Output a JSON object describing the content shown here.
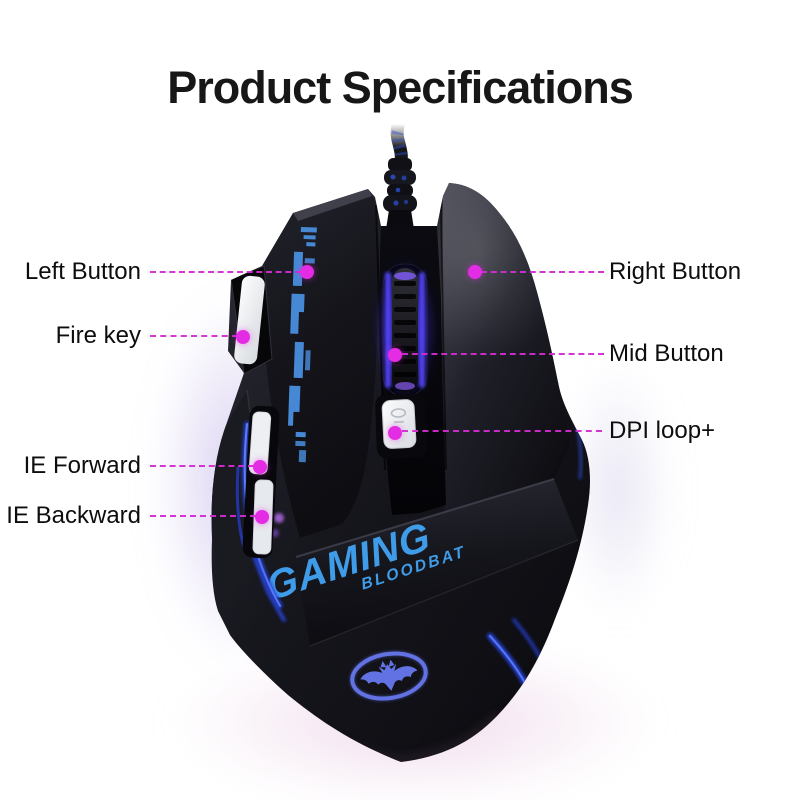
{
  "title": "Product Specifications",
  "branding": {
    "gaming": "GAMING",
    "bloodbat": "BLOODBAT"
  },
  "callouts": {
    "left_button": {
      "label": "Left Button"
    },
    "fire_key": {
      "label": "Fire key"
    },
    "ie_forward": {
      "label": "IE Forward"
    },
    "ie_backward": {
      "label": "IE Backward"
    },
    "right_button": {
      "label": "Right Button"
    },
    "mid_button": {
      "label": "Mid Button"
    },
    "dpi_loop": {
      "label": "DPI loop+"
    }
  },
  "colors": {
    "callout_accent": "#e42ce4",
    "callout_line": "#d12cd1",
    "led_blue": "#2f4fe0",
    "pattern_blue": "#4688d4",
    "brand_blue": "#3f9ce8",
    "logo_blue": "#5f6ee2",
    "body_black": "#15151c"
  },
  "icons": {
    "brand_logo": "bat-logo"
  }
}
